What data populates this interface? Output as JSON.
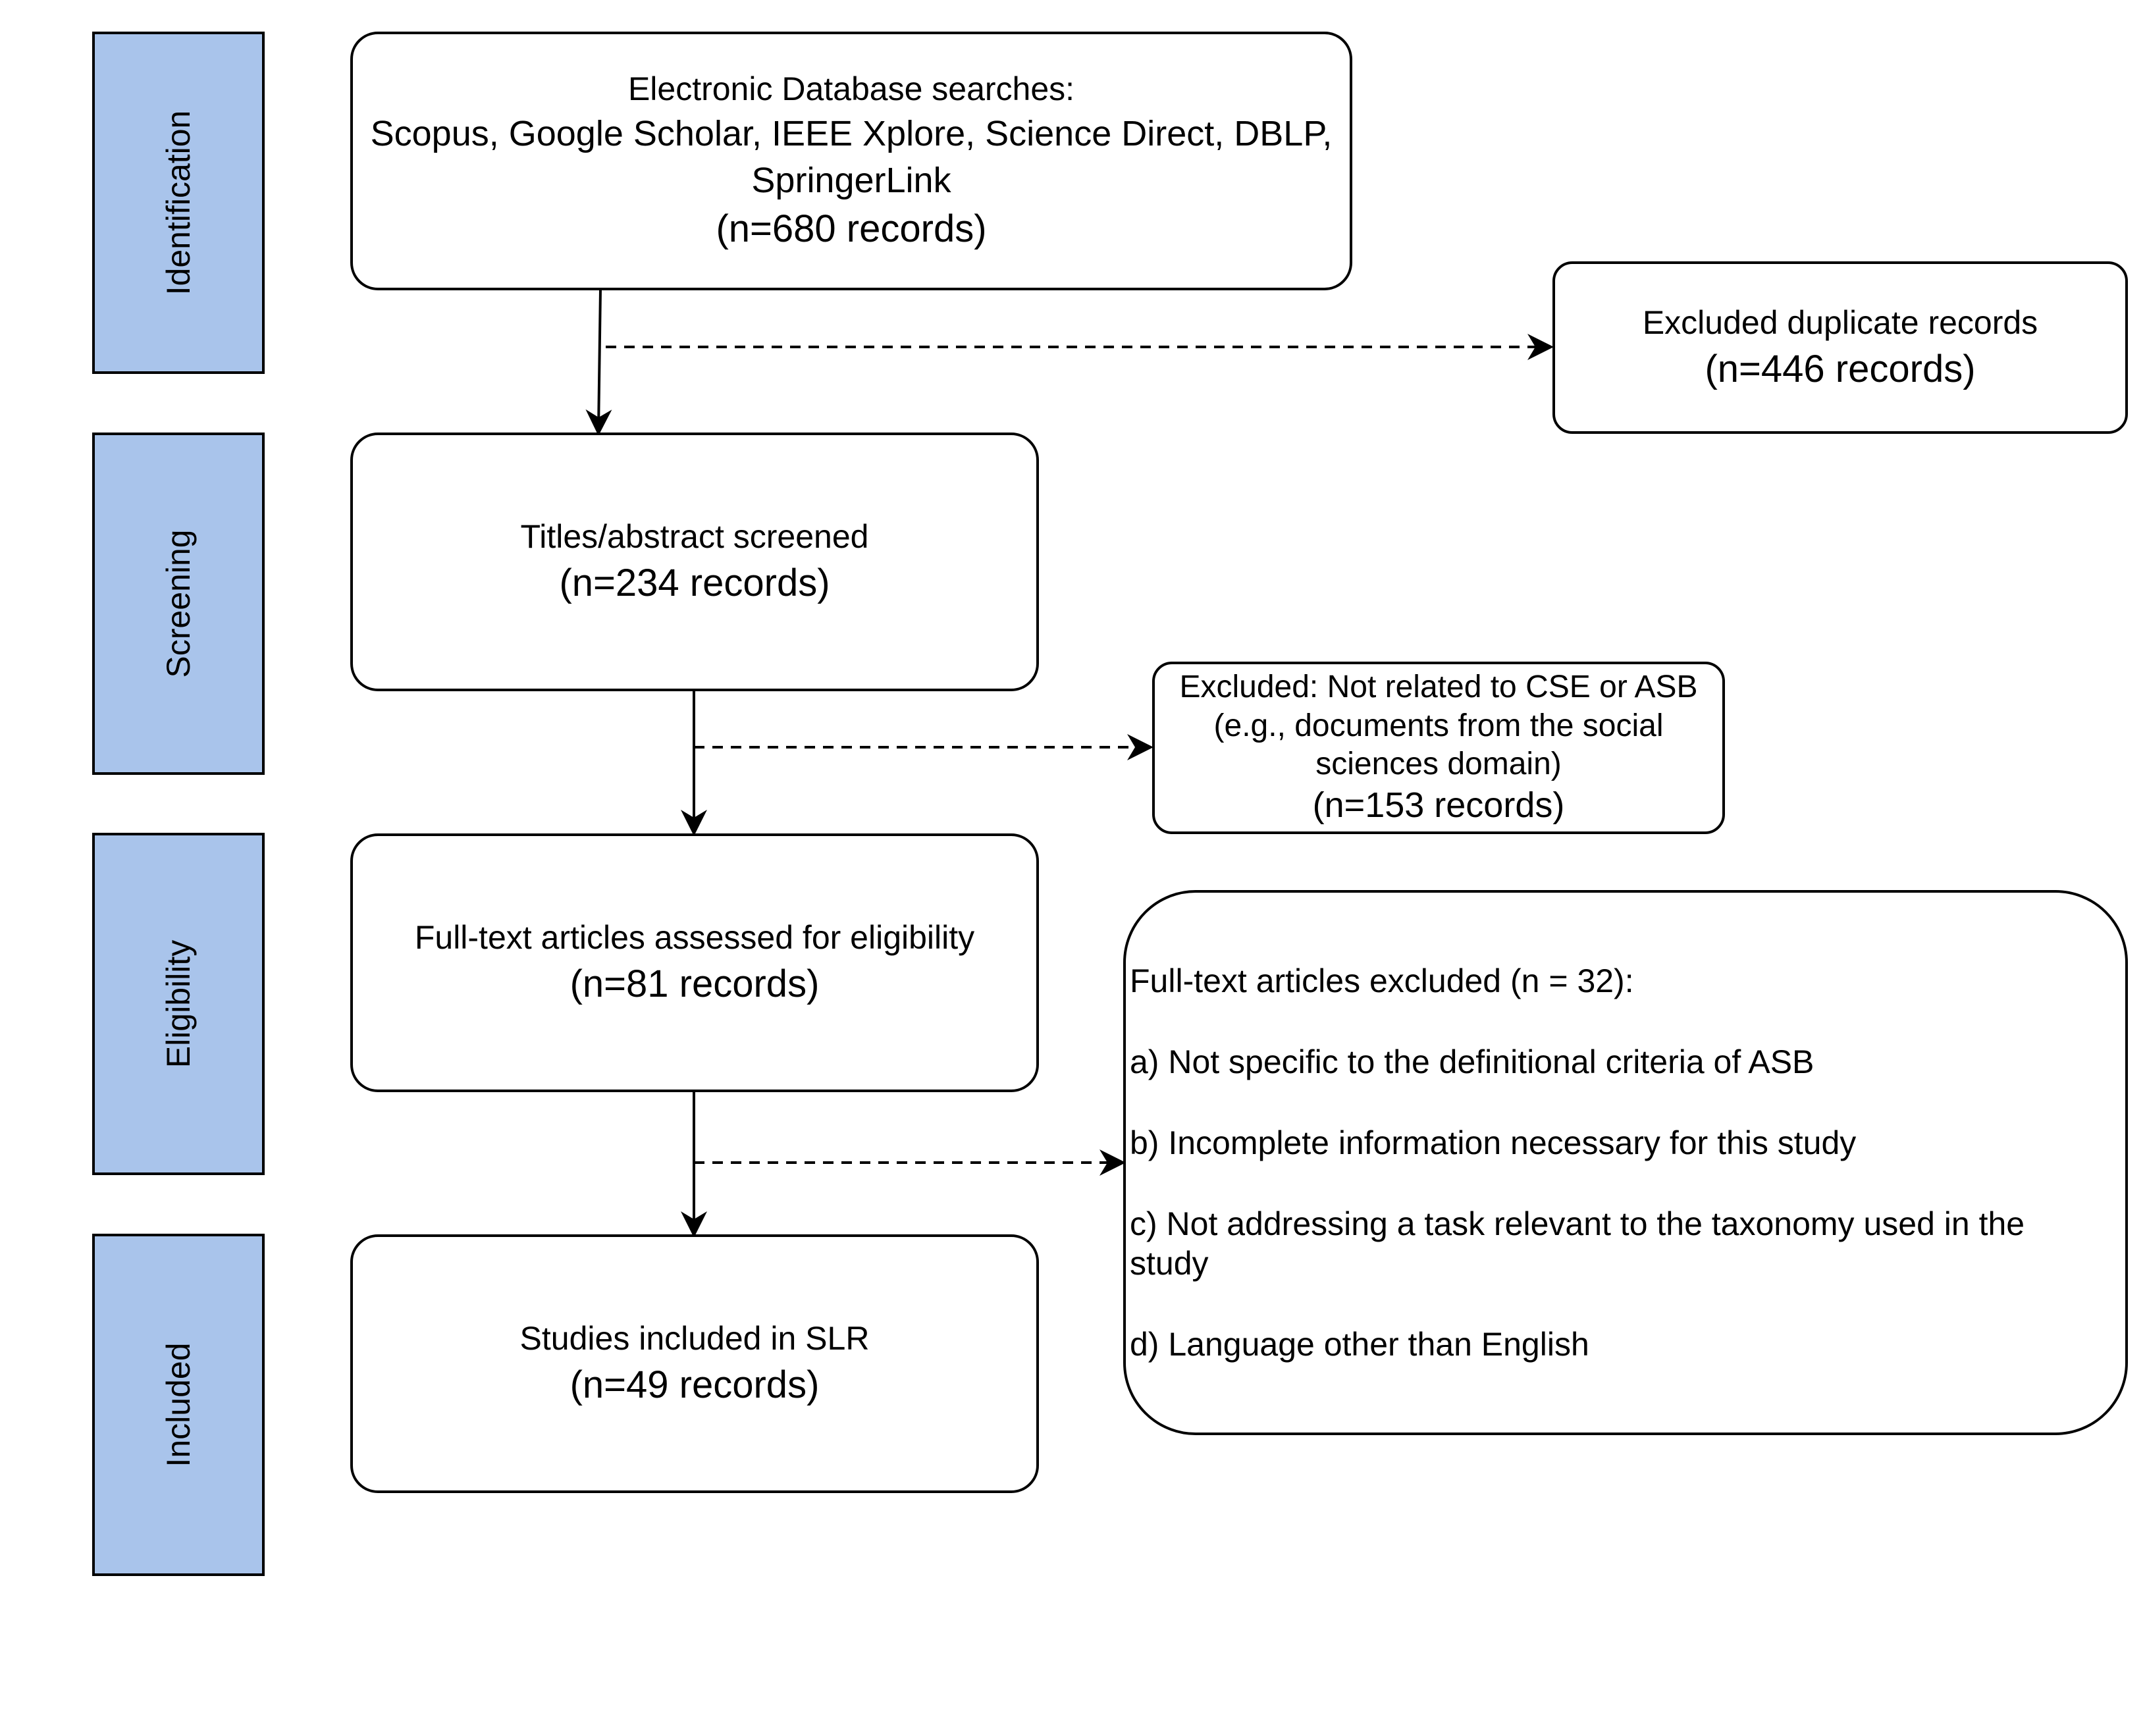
{
  "phases": [
    {
      "label": "Identification"
    },
    {
      "label": "Screening"
    },
    {
      "label": "Eligibility"
    },
    {
      "label": "Included"
    }
  ],
  "boxes": {
    "identification": {
      "line1": "Electronic Database searches:",
      "line2": "Scopus, Google Scholar, IEEE Xplore, Science Direct, DBLP,",
      "line3": "SpringerLink",
      "count": "(n=680 records)"
    },
    "duplicates": {
      "label": "Excluded duplicate records",
      "count": "(n=446 records)"
    },
    "screening": {
      "label": "Titles/abstract screened",
      "count": "(n=234 records)"
    },
    "screen_excluded": {
      "line1": "Excluded: Not related to CSE or ASB",
      "line2": "(e.g., documents from the social",
      "line3": "sciences domain)",
      "count": "(n=153 records)"
    },
    "eligibility": {
      "label": "Full-text articles assessed for eligibility",
      "count": "(n=81 records)"
    },
    "fulltext_excluded": {
      "title": "Full-text articles excluded (n = 32):",
      "items": [
        "a) Not specific to the definitional criteria of ASB",
        "b) Incomplete information necessary for this study",
        "c) Not addressing a task relevant to the taxonomy used in the study",
        "d) Language other than English"
      ]
    },
    "included": {
      "label": "Studies included in SLR",
      "count": "(n=49 records)"
    }
  }
}
